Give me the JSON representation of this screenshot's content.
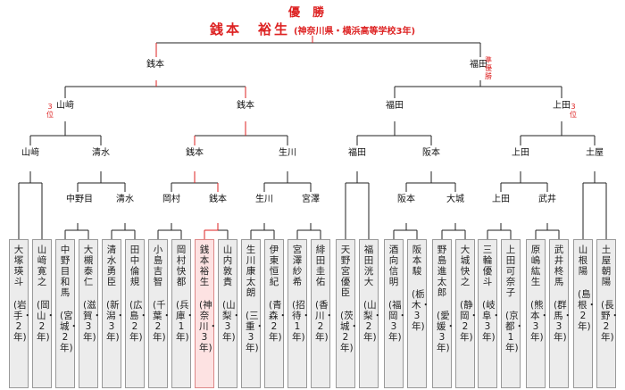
{
  "title": "優勝",
  "champion": {
    "name": "銭本　裕生",
    "school": "(神奈川県・横浜高等学校3年)"
  },
  "colors": {
    "line": "#222222",
    "red": "#dd2222",
    "champ_bg": "#fde2e2",
    "card_bg": "#ececec"
  },
  "notes": {
    "runner_up": "準優勝",
    "third_left": "3位",
    "third_right": "3位"
  },
  "final": [
    "銭本",
    "福田"
  ],
  "semis": [
    "山﨑",
    "銭本",
    "福田",
    "上田"
  ],
  "quarters": [
    "山﨑",
    "清水",
    "銭本",
    "生川",
    "福田",
    "阪本",
    "上田",
    "土屋"
  ],
  "r16": [
    "中野目",
    "清水",
    "岡村",
    "銭本",
    "生川",
    "宮澤",
    "阪本",
    "大城",
    "上田",
    "武井"
  ],
  "players": [
    {
      "name": "大塚　瑛斗",
      "detail": "(岩手・2年)"
    },
    {
      "name": "山﨑　寛之",
      "detail": "(岡山・2年)"
    },
    {
      "name": "中野目和馬",
      "detail": "(宮城・2年)"
    },
    {
      "name": "大槻　泰仁",
      "detail": "(滋賀・3年)"
    },
    {
      "name": "清水　勇臣",
      "detail": "(新潟・3年)"
    },
    {
      "name": "田中　倫規",
      "detail": "(広島・2年)"
    },
    {
      "name": "小島　吉智",
      "detail": "(千葉・2年)"
    },
    {
      "name": "岡村　快都",
      "detail": "(兵庫・1年)"
    },
    {
      "name": "銭本　裕生",
      "detail": "(神奈川・3年)"
    },
    {
      "name": "山内　敦貴",
      "detail": "(山梨・3年)"
    },
    {
      "name": "生川康太朗",
      "detail": "(三重・3年)"
    },
    {
      "name": "伊東　恒紀",
      "detail": "(青森・2年)"
    },
    {
      "name": "宮澤　紗希",
      "detail": "(招待・1年)"
    },
    {
      "name": "緋田　圭佑",
      "detail": "(香川・2年)"
    },
    {
      "name": "天野宮優臣",
      "detail": "(茨城・2年)"
    },
    {
      "name": "福田　洸大",
      "detail": "(山梨・2年)"
    },
    {
      "name": "酒向　信明",
      "detail": "(福岡・3年)"
    },
    {
      "name": "阪本　駿",
      "detail": "(栃木・3年)"
    },
    {
      "name": "野島進太郎",
      "detail": "(愛媛・3年)"
    },
    {
      "name": "大城　快之",
      "detail": "(静岡・2年)"
    },
    {
      "name": "三輪　優斗",
      "detail": "(岐阜・3年)"
    },
    {
      "name": "上田可奈子",
      "detail": "(京都・1年)"
    },
    {
      "name": "原嶋　紘生",
      "detail": "(熊本・3年)"
    },
    {
      "name": "武井　柊馬",
      "detail": "(群馬・3年)"
    },
    {
      "name": "山根　陽",
      "detail": "(島根・2年)"
    },
    {
      "name": "土屋　朝陽",
      "detail": "(長野・2年)"
    }
  ]
}
